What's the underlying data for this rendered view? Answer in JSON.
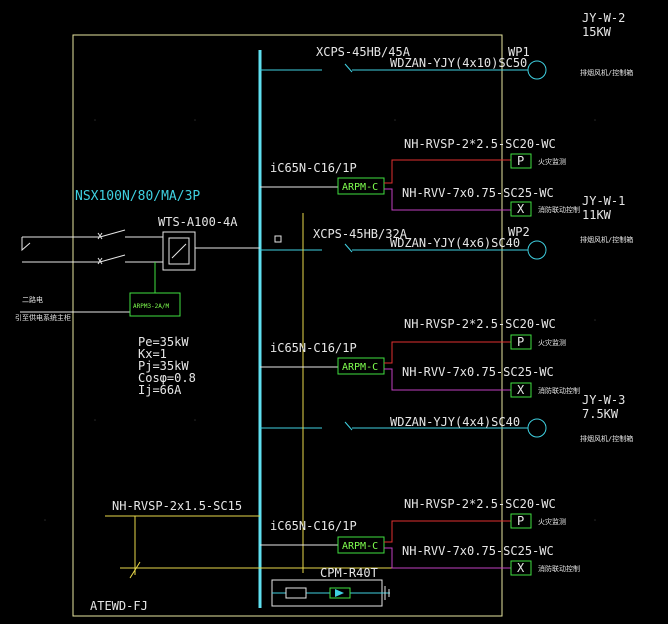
{
  "colors": {
    "background": "#000000",
    "frame": "#e8e6a0",
    "busbar": "#5fe0f0",
    "line_cyan": "#3fd0e0",
    "line_yellow": "#e8d84a",
    "line_red": "#e03030",
    "line_magenta": "#c040c0",
    "line_green": "#40e040",
    "text_white": "#e6e6e6"
  },
  "panel": {
    "name": "ATEWD-FJ"
  },
  "incoming": {
    "breaker": "NSX100N/80/MA/3P",
    "ats": "WTS-A100-4A",
    "meter": "ARPM3-2A/M",
    "source_note_1": "二路电",
    "source_note_2": "引至供电系统主柜",
    "calc": [
      "Pe=35kW",
      "Kx=1",
      "Pj=35kW",
      "Cosφ=0.8",
      "Ij=66A"
    ]
  },
  "feeders": [
    {
      "breaker": "XCPS-45HB/45A",
      "cable": "WDZAN-YJY(4x10)SC50",
      "circuit": "WP1",
      "load_id": "JY-W-2",
      "load_power": "15KW",
      "load_desc": "排烟风机/控制箱"
    },
    {
      "breaker": "XCPS-45HB/32A",
      "cable": "WDZAN-YJY(4x6)SC40",
      "circuit": "WP2",
      "load_id": "JY-W-1",
      "load_power": "11KW",
      "load_desc": "排烟风机/控制箱"
    },
    {
      "breaker": "",
      "cable": "WDZAN-YJY(4x4)SC40",
      "circuit": "",
      "load_id": "JY-W-3",
      "load_power": "7.5KW",
      "load_desc": "排烟风机/控制箱"
    }
  ],
  "control_circuits": [
    {
      "breaker": "iC65N-C16/1P",
      "monitor": "ARPM-C",
      "power_cable": "NH-RVSP-2*2.5-SC20-WC",
      "power_tag": "P",
      "power_desc": "火灾监测",
      "ctrl_cable": "NH-RVV-7x0.75-SC25-WC",
      "ctrl_tag": "X",
      "ctrl_desc": "消防联动控制"
    },
    {
      "breaker": "iC65N-C16/1P",
      "monitor": "ARPM-C",
      "power_cable": "NH-RVSP-2*2.5-SC20-WC",
      "power_tag": "P",
      "power_desc": "火灾监测",
      "ctrl_cable": "NH-RVV-7x0.75-SC25-WC",
      "ctrl_tag": "X",
      "ctrl_desc": "消防联动控制"
    },
    {
      "breaker": "iC65N-C16/1P",
      "monitor": "ARPM-C",
      "power_cable": "NH-RVSP-2*2.5-SC20-WC",
      "power_tag": "P",
      "power_desc": "火灾监测",
      "ctrl_cable": "NH-RVV-7x0.75-SC25-WC",
      "ctrl_tag": "X",
      "ctrl_desc": "消防联动控制"
    }
  ],
  "bus_cable": "NH-RVSP-2x1.5-SC15",
  "monitor_unit": "CPM-R40T"
}
